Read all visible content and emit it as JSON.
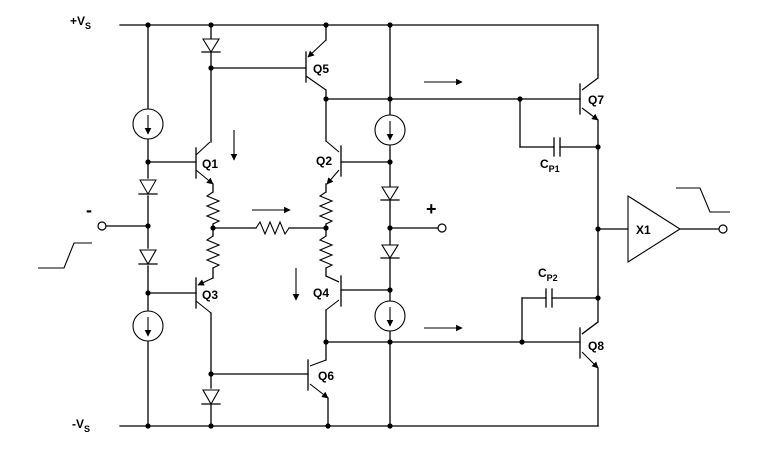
{
  "rails": {
    "positive": "+V",
    "positive_sub": "S",
    "negative": "-V",
    "negative_sub": "S"
  },
  "inputs": {
    "inverting": "-",
    "noninverting": "+"
  },
  "transistors": {
    "q1": "Q1",
    "q2": "Q2",
    "q3": "Q3",
    "q4": "Q4",
    "q5": "Q5",
    "q6": "Q6",
    "q7": "Q7",
    "q8": "Q8"
  },
  "capacitors": {
    "cp1": "C",
    "cp1_sub": "P1",
    "cp2": "C",
    "cp2_sub": "P2"
  },
  "buffer": {
    "label": "X1"
  },
  "icons": [
    "current-source-icon",
    "diode-icon",
    "resistor-icon",
    "npn-transistor-icon",
    "pnp-transistor-icon",
    "capacitor-icon",
    "buffer-triangle-icon",
    "step-waveform-icon",
    "current-arrow-icon"
  ]
}
